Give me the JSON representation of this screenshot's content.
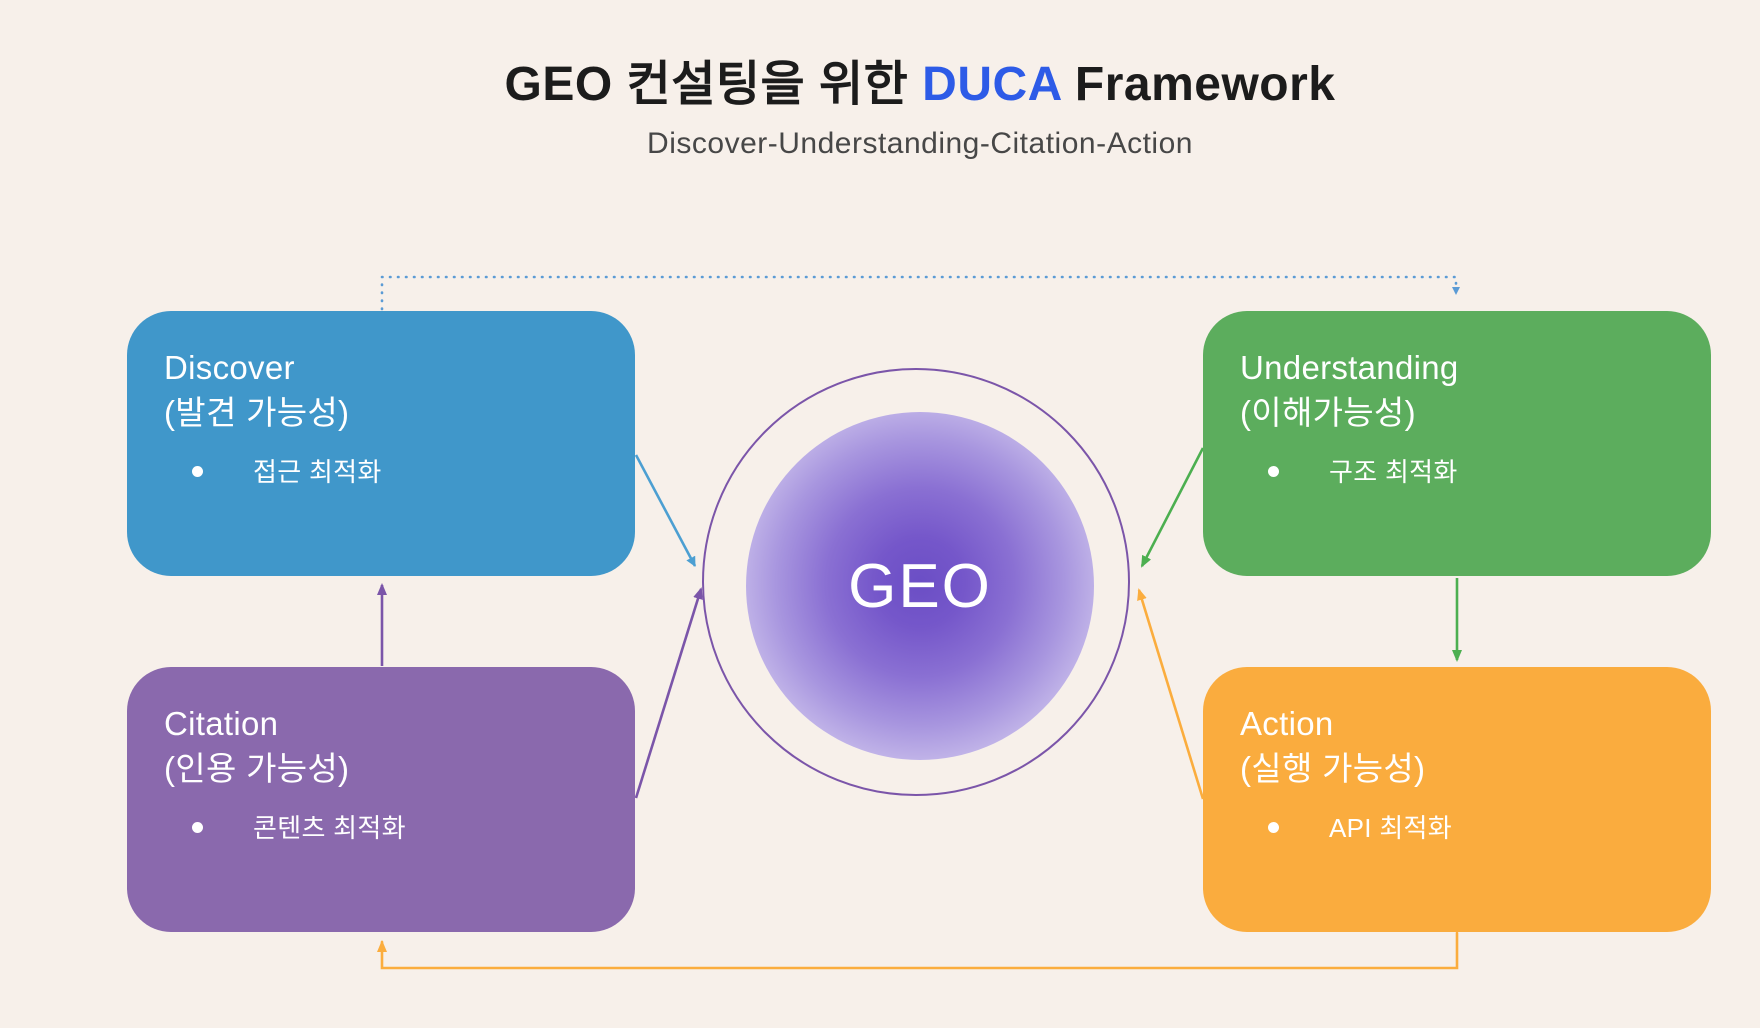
{
  "header": {
    "title_prefix": "GEO 컨설팅을 위한 ",
    "title_highlight": "DUCA",
    "title_suffix": " Framework",
    "subtitle": "Discover-Understanding-Citation-Action"
  },
  "center": {
    "label": "GEO"
  },
  "boxes": [
    {
      "id": "discover",
      "title_en": "Discover",
      "title_ko": "(발견 가능성)",
      "bullet": "접근 최적화",
      "color": "#4097CA"
    },
    {
      "id": "understanding",
      "title_en": "Understanding",
      "title_ko": "(이해가능성)",
      "bullet": "구조 최적화",
      "color": "#5CAD5D"
    },
    {
      "id": "citation",
      "title_en": "Citation",
      "title_ko": "(인용 가능성)",
      "bullet": "콘텐츠 최적화",
      "color": "#8A69AD"
    },
    {
      "id": "action",
      "title_en": "Action",
      "title_ko": "(실행 가능성)",
      "bullet": "API 최적화",
      "color": "#FAAC3E"
    }
  ],
  "colors": {
    "background": "#F7F0EA",
    "title_text": "#1C1C1C",
    "title_highlight": "#2D5BE7",
    "subtitle_text": "#474747",
    "ring_stroke": "#7B55A9",
    "core_gradient_center": "#6B4EC5",
    "core_gradient_edge": "#EFEAF9",
    "arrow_blue": "#4C9FD2",
    "arrow_green": "#4CAF50",
    "arrow_purple": "#7B55A9",
    "arrow_orange": "#FBAD3E",
    "arrow_dotted_blue": "#5B9BD5"
  }
}
